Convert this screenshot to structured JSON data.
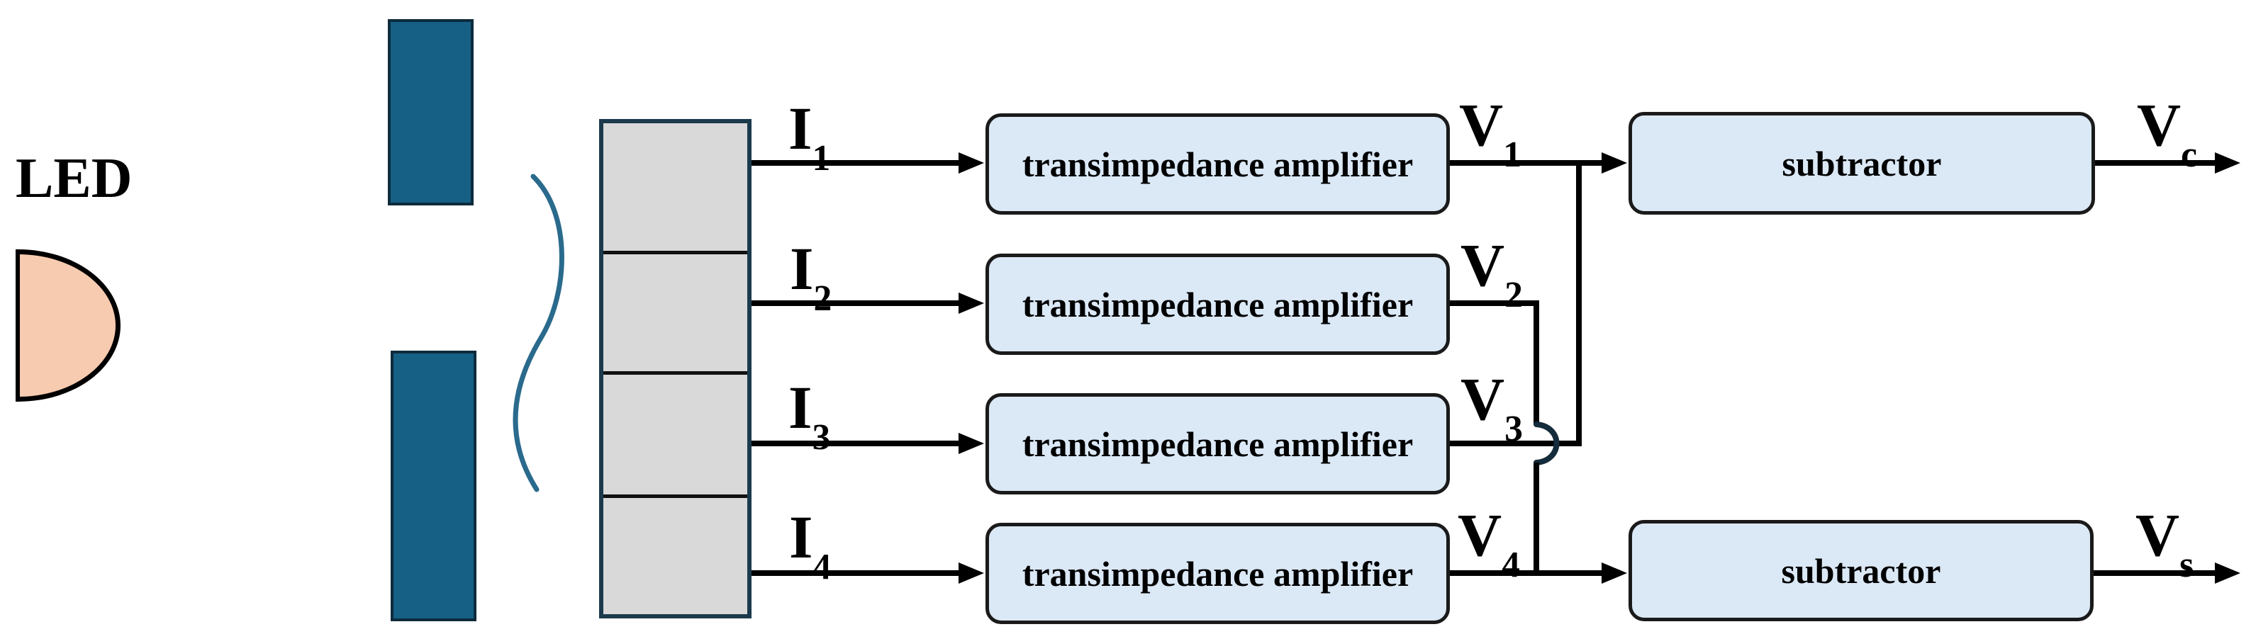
{
  "diagram": {
    "led": {
      "label": "LED"
    },
    "photodiode_array": {
      "cell_count": 4
    },
    "currents": [
      {
        "base": "I",
        "sub": "1"
      },
      {
        "base": "I",
        "sub": "2"
      },
      {
        "base": "I",
        "sub": "3"
      },
      {
        "base": "I",
        "sub": "4"
      }
    ],
    "amplifiers": [
      {
        "label": "transimpedance amplifier"
      },
      {
        "label": "transimpedance amplifier"
      },
      {
        "label": "transimpedance amplifier"
      },
      {
        "label": "transimpedance amplifier"
      }
    ],
    "voltages": [
      {
        "base": "V",
        "sub": "1"
      },
      {
        "base": "V",
        "sub": "2"
      },
      {
        "base": "V",
        "sub": "3"
      },
      {
        "base": "V",
        "sub": "4"
      }
    ],
    "subtractors": [
      {
        "label": "subtractor"
      },
      {
        "label": "subtractor"
      }
    ],
    "outputs": [
      {
        "base": "V",
        "sub": "c"
      },
      {
        "base": "V",
        "sub": "s"
      }
    ],
    "colors": {
      "slit_fill": "#166085",
      "slit_border": "#0D2B3C",
      "led_fill": "#F7CBB0",
      "array_fill": "#D9D9D9",
      "array_border": "#1B3A4C",
      "block_fill": "#DBE8F6",
      "block_border": "#1A1A1A",
      "wire": "#000000",
      "light_curve": "#2A6A8C",
      "hop_arc": "#142C3B"
    }
  }
}
